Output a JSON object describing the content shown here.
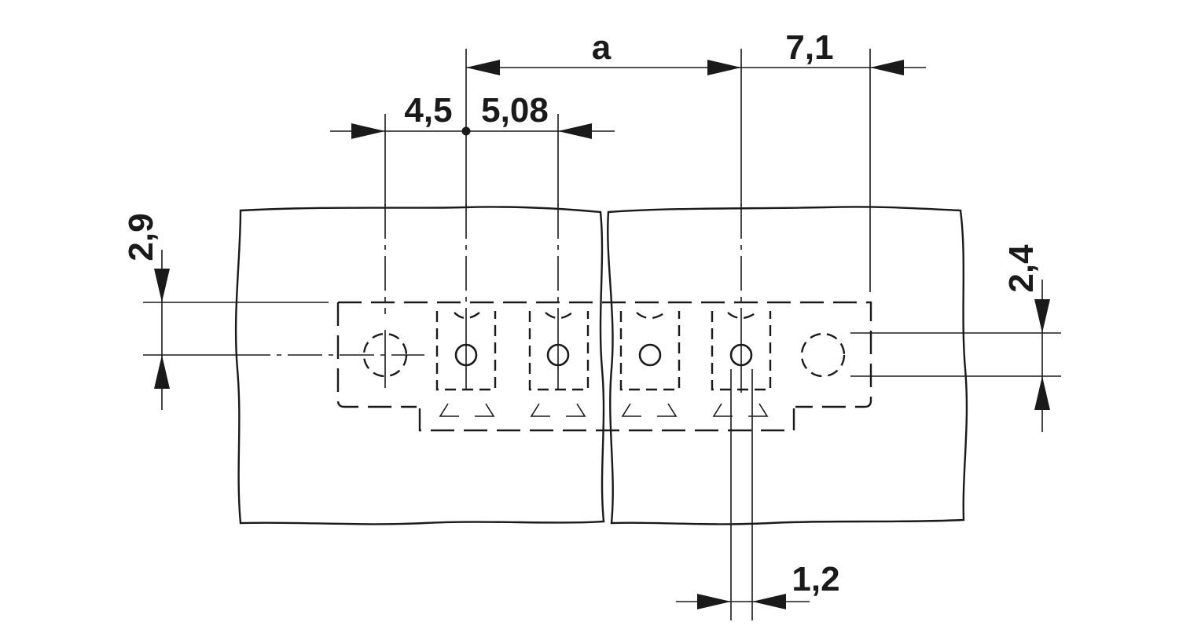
{
  "drawing": {
    "labels": {
      "dim_a": "a",
      "dim_7_1": "7,1",
      "dim_4_5": "4,5",
      "dim_5_08": "5,08",
      "dim_2_9": "2,9",
      "dim_2_4": "2,4",
      "dim_1_2": "1,2"
    },
    "colors": {
      "line": "#1a1a1a",
      "background": "#ffffff"
    }
  }
}
